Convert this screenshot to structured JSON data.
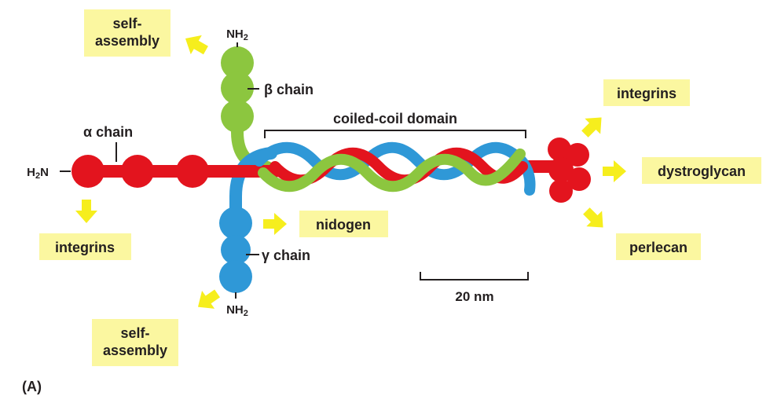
{
  "figure_label": "(A)",
  "scale_label": "20 nm",
  "domain_label": "coiled-coil domain",
  "chains": {
    "alpha": {
      "label": "α chain",
      "terminus": "H2N",
      "color": "#e3141e"
    },
    "beta": {
      "label": "β chain",
      "terminus": "NH2",
      "color": "#8cc63f"
    },
    "gamma": {
      "label": "γ chain",
      "terminus": "NH2",
      "color": "#2f98d7"
    }
  },
  "binding_partners": {
    "self_assembly_top": "self-assembly",
    "self_assembly_bottom": "self-assembly",
    "integrins_left": "integrins",
    "nidogen": "nidogen",
    "integrins_right": "integrins",
    "dystroglycan": "dystroglycan",
    "perlecan": "perlecan"
  },
  "colors": {
    "arrow": "#f6ee1d",
    "label_box": "#fbf7a0",
    "text": "#231f20"
  }
}
